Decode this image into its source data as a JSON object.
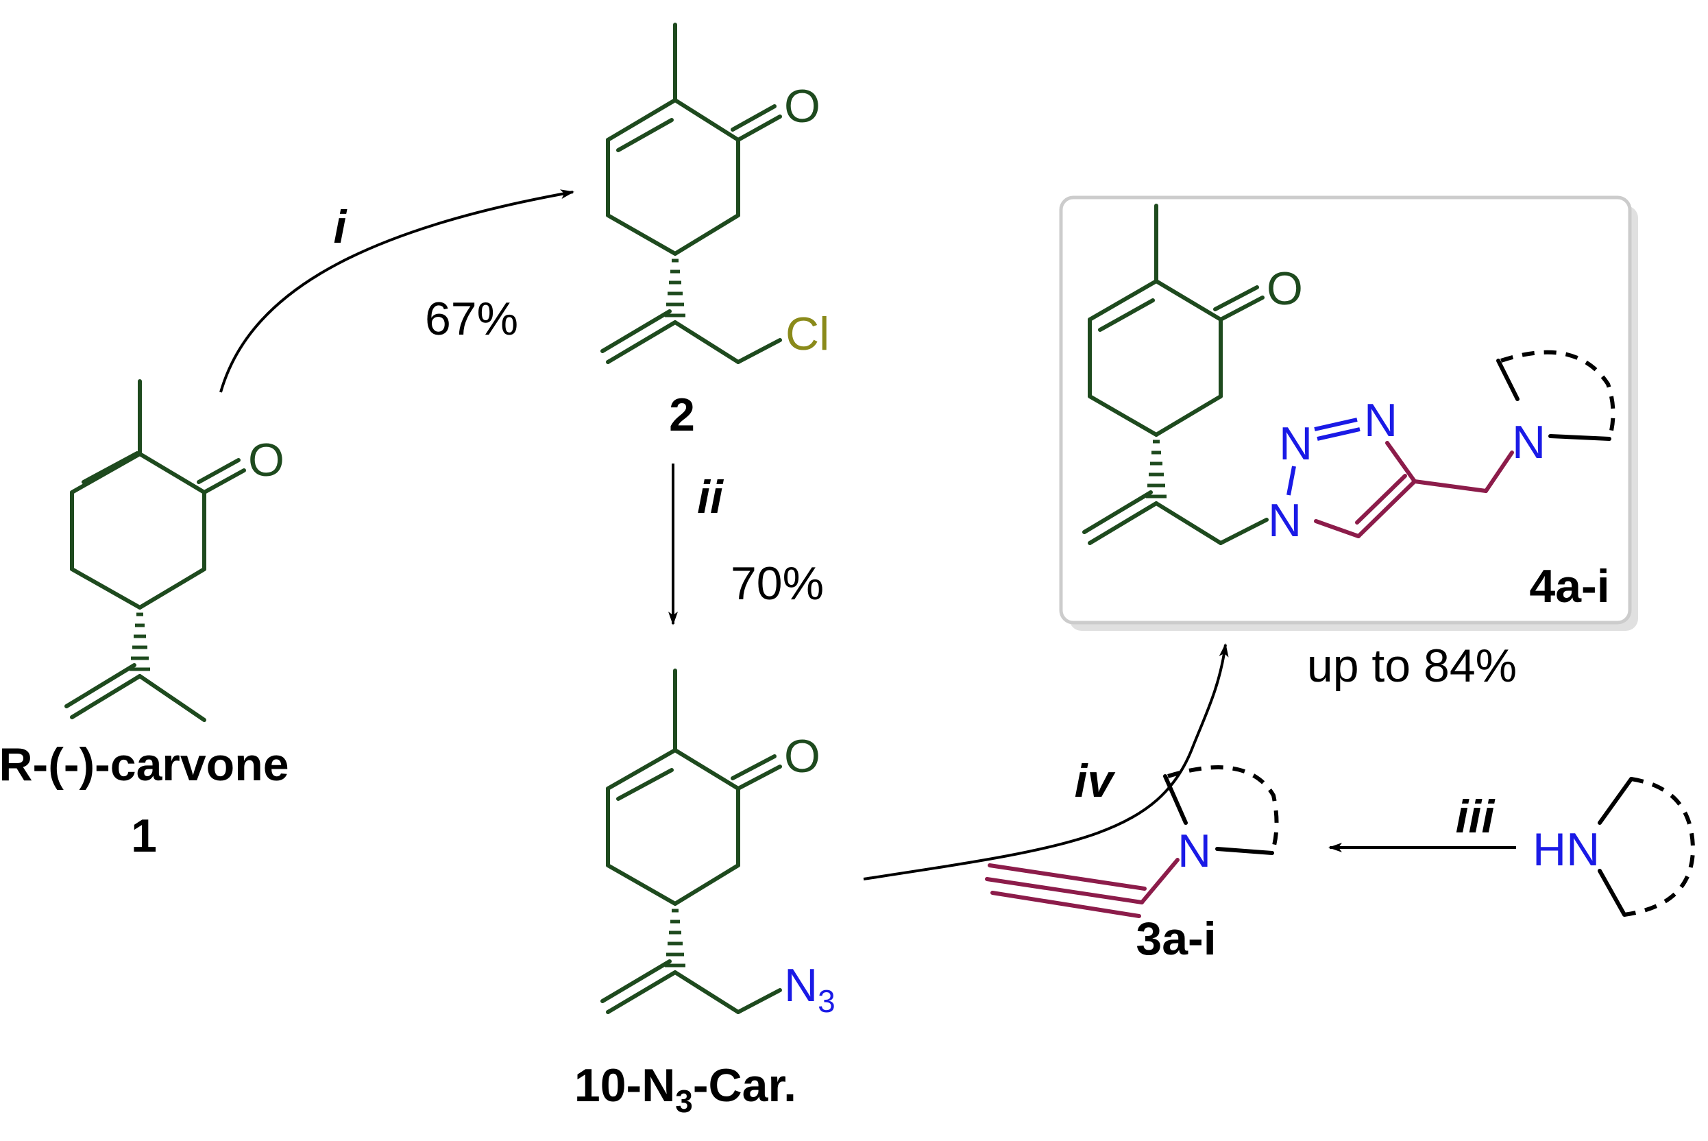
{
  "compounds": {
    "carvone": {
      "name": "R-(-)-carvone",
      "number": "1",
      "oxygen": "O"
    },
    "chloro": {
      "number": "2",
      "oxygen": "O",
      "halogen": "Cl"
    },
    "azide": {
      "name_prefix": "10-N",
      "name_sub": "3",
      "name_suffix": "-Car.",
      "oxygen": "O",
      "azide_n": "N",
      "azide_sub": "3"
    },
    "alkyne": {
      "number": "3a-i",
      "nitrogen": "N"
    },
    "amine": {
      "nh": "HN"
    },
    "product": {
      "number": "4a-i",
      "oxygen": "O",
      "triazole_n1": "N",
      "triazole_n2": "N",
      "triazole_n3": "N",
      "amine_n": "N"
    }
  },
  "steps": {
    "i": {
      "label": "i",
      "yield": "67%"
    },
    "ii": {
      "label": "ii",
      "yield": "70%"
    },
    "iii": {
      "label": "iii"
    },
    "iv": {
      "label": "iv",
      "yield": "up to 84%"
    }
  },
  "colors": {
    "carbon_bond": "#1e4a1e",
    "linker_bond": "#8c1c4a",
    "nitrogen": "#1a1ae6",
    "chlorine": "#8a8a1a"
  }
}
